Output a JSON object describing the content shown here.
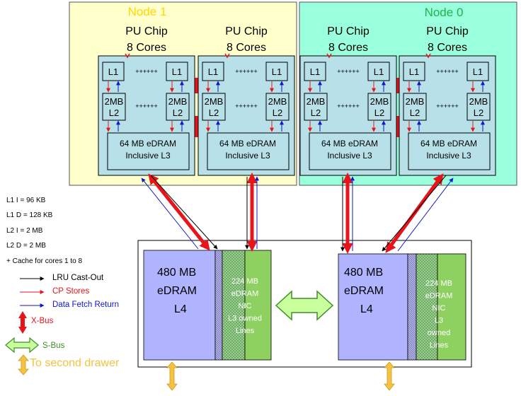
{
  "nodes": {
    "node1": {
      "label": "Node 1",
      "color": "#ffd700"
    },
    "node0": {
      "label": "Node 0",
      "color": "#22b24c"
    }
  },
  "chip": {
    "title_line1": "PU Chip",
    "title_line2": "8 Cores",
    "l1": "L1",
    "l2_line1": "2MB",
    "l2_line2": "L2",
    "dots": "++++++",
    "l3_line1": "64 MB eDRAM",
    "l3_line2": "Inclusive L3"
  },
  "l4": {
    "left": {
      "line1": "480 MB",
      "line2": "eDRAM",
      "line3": "L4"
    },
    "right": {
      "line1": "480 MB",
      "line2": "eDRAM",
      "line3": "L4"
    },
    "nic_left": [
      "224 MB",
      "eDRAM",
      "NIC",
      "L3 owned",
      "Lines"
    ],
    "nic_right": [
      "224 MB",
      "eDRAM",
      "NIC",
      "L3",
      "owned",
      "Lines"
    ]
  },
  "cache_info": [
    "L1 I = 96 KB",
    "L1 D = 128 KB",
    "L2 I = 2 MB",
    "L2 D = 2 MB",
    "+ Cache for cores 1 to 8"
  ],
  "legend": {
    "lru": "LRU Cast-Out",
    "cp_stores": "CP Stores",
    "data_fetch": "Data Fetch Return",
    "xbus": "X-Bus",
    "sbus": "S-Bus",
    "second_drawer": "To second drawer"
  },
  "colors": {
    "node1_bg": "#ffffcc",
    "node0_bg": "#99ffdd",
    "chip_bg": "#b8e0e8",
    "l4_bg": "#b0b4ff",
    "nic_bg": "#8fd160",
    "xbus": "#e8131b",
    "sbus": "#caff9e",
    "drawer": "#f5c242",
    "cp_store": "#e8131b",
    "fetch": "#0f17c8"
  }
}
